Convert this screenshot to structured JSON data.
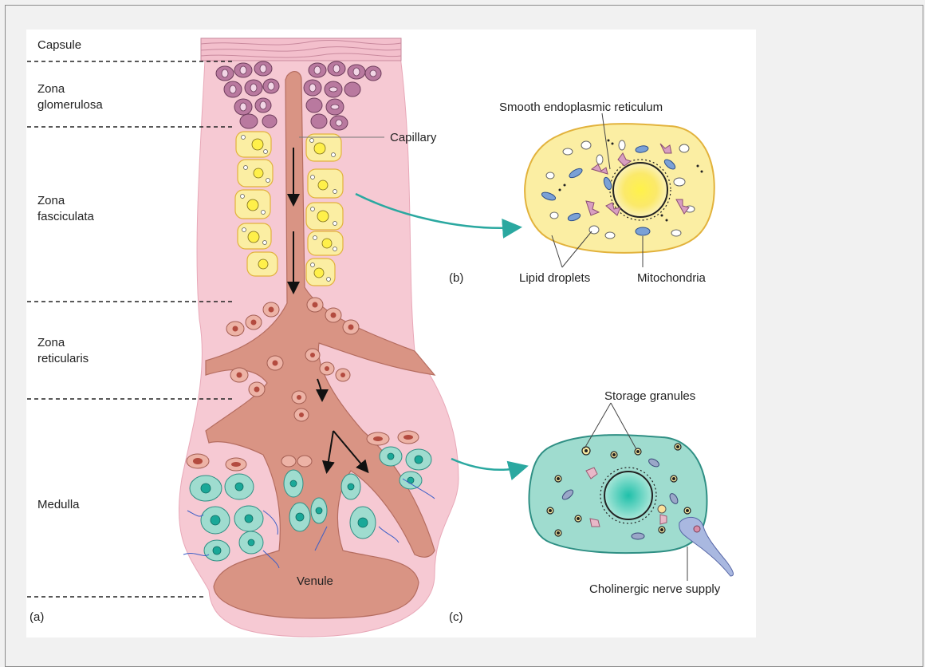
{
  "zones": {
    "capsule": "Capsule",
    "glomerulosa_1": "Zona",
    "glomerulosa_2": "glomerulosa",
    "fasciculata_1": "Zona",
    "fasciculata_2": "fasciculata",
    "reticularis_1": "Zona",
    "reticularis_2": "reticularis",
    "medulla": "Medulla"
  },
  "labels": {
    "capillary": "Capillary",
    "venule": "Venule",
    "smooth_er": "Smooth endoplasmic reticulum",
    "lipid_droplets": "Lipid droplets",
    "mitochondria": "Mitochondria",
    "storage_granules": "Storage granules",
    "cholinergic": "Cholinergic nerve supply"
  },
  "panels": {
    "a": "(a)",
    "b": "(b)",
    "c": "(c)"
  },
  "colors": {
    "cortex_pink": "#f6c9d3",
    "vessel": "#d99484",
    "glomerulosa_cell": "#b9799f",
    "fasciculata_cell": "#fbeea3",
    "medulla_cell": "#9fdccf",
    "arrow_teal": "#2aa8a0"
  }
}
